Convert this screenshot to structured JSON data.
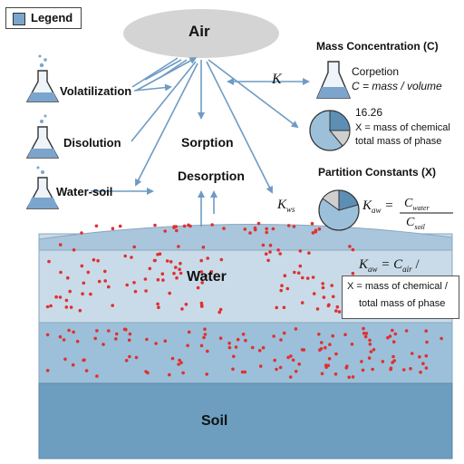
{
  "legend": {
    "label": "Legend",
    "swatch_color": "#7ba5cc"
  },
  "air": {
    "label": "Air"
  },
  "left_processes": [
    "Volatilization",
    "Disolution",
    "Water-soil"
  ],
  "center_processes": {
    "sorption": "Sorption",
    "desorption": "Desorption"
  },
  "arrow_labels": {
    "k": "K",
    "kws_main": "K",
    "kws_sub": "ws"
  },
  "mass_concentration": {
    "title": "Mass Concentration (C)",
    "line1": "Corpetion",
    "line2": "C = mass / volume",
    "value": "16.26",
    "x_line1": "X = mass of chemical",
    "x_line2": "total mass of phase"
  },
  "partition_constants": {
    "title": "Partition Constants (X)",
    "kaw_lhs": "K",
    "kaw_lhs_sub": "aw",
    "kaw_num": "C",
    "kaw_num_sub": "water",
    "kaw_den": "C",
    "kaw_den_sub": "soil"
  },
  "water_formula": {
    "lhs": "K",
    "lhs_sub": "aw",
    "rhs": "= C",
    "rhs_sub": "air",
    "slash": "/",
    "box_line1": "X = mass of chemical /",
    "box_line2": "total mass of phase"
  },
  "layers": {
    "water": "Water",
    "soil": "Soil"
  },
  "colors": {
    "air": "#d4d4d4",
    "water_top": "#aac6dc",
    "water_upper": "#c9dbe8",
    "water_lower": "#9cc0d9",
    "soil": "#6d9ebf",
    "arrow": "#6e9bc4",
    "particle": "#e03030"
  }
}
